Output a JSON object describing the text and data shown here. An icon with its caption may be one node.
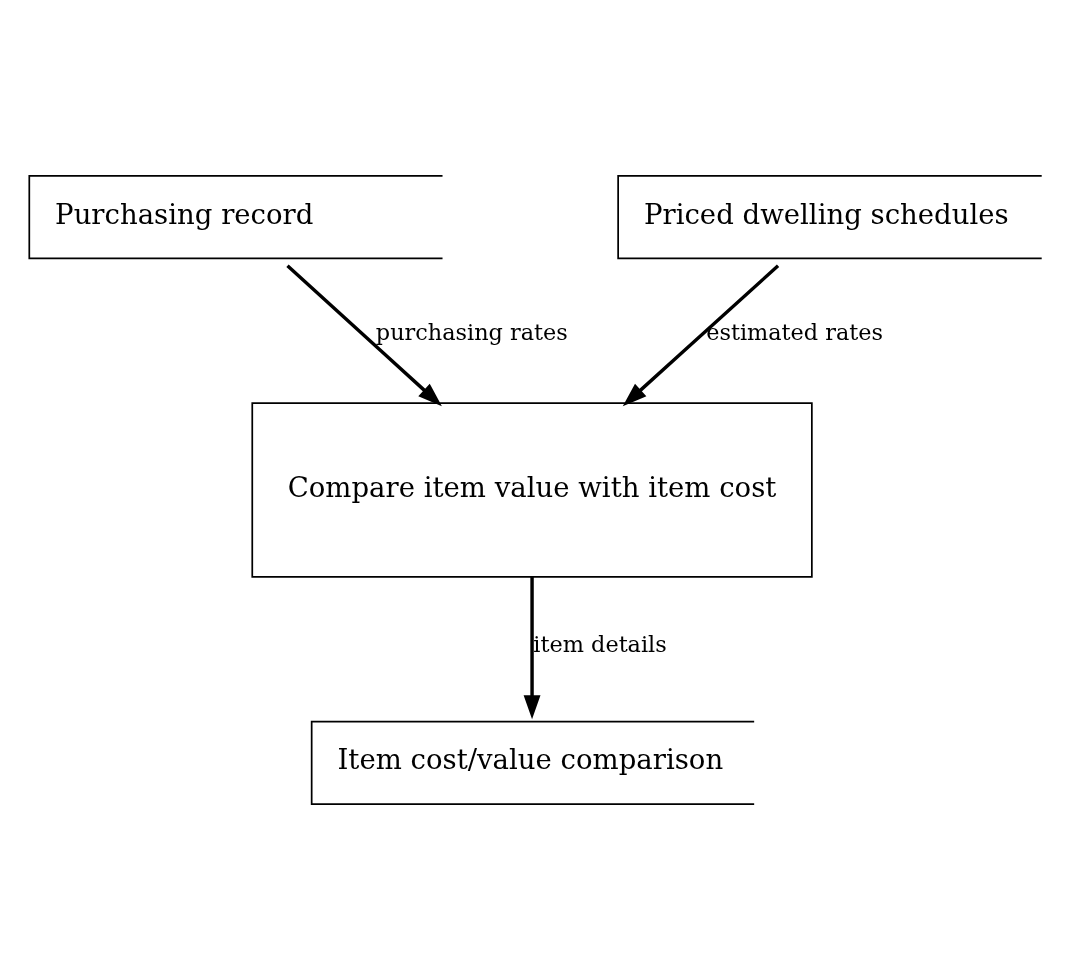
{
  "diagram": {
    "nodes": [
      {
        "text": [
          "Purchasing record"
        ]
      },
      {
        "text": [
          "Priced dwelling schedules"
        ]
      },
      {
        "text": [
          "Compare item value with item cost"
        ]
      },
      {
        "text": [
          "Item cost/value comparison"
        ]
      }
    ],
    "edges": [
      {
        "from": 0,
        "to": 2,
        "arrow": "to",
        "label": "purchasing rates"
      },
      {
        "from": 1,
        "to": 2,
        "arrow": "to",
        "label": "estimated rates"
      },
      {
        "from": 2,
        "to": 3,
        "arrow": "to",
        "label": "item details"
      }
    ]
  }
}
